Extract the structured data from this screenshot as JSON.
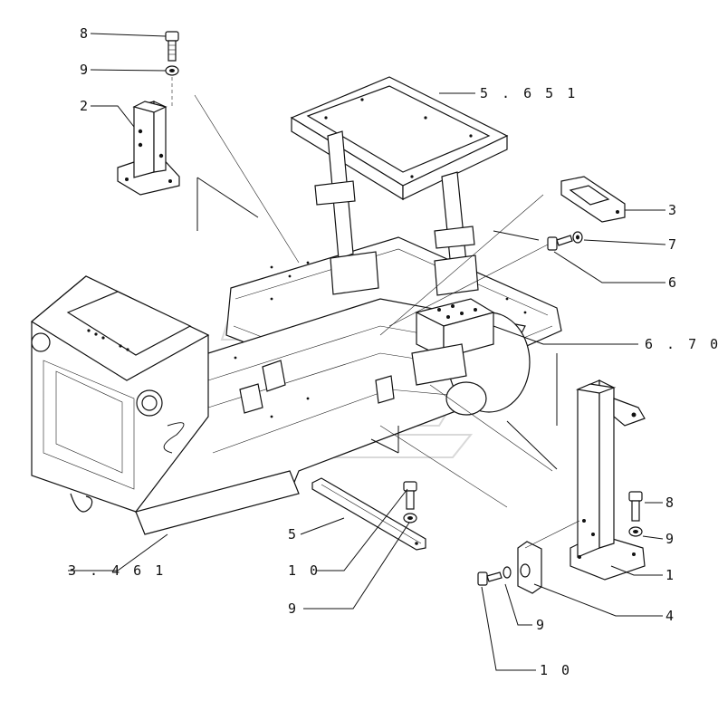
{
  "callouts": [
    {
      "id": "c8a",
      "text": "8"
    },
    {
      "id": "c9a",
      "text": "9"
    },
    {
      "id": "c2",
      "text": "2"
    },
    {
      "id": "c5651",
      "text": "5 . 6 5 1"
    },
    {
      "id": "c3",
      "text": "3"
    },
    {
      "id": "c7",
      "text": "7"
    },
    {
      "id": "c6",
      "text": "6"
    },
    {
      "id": "c670",
      "text": "6 . 7 0"
    },
    {
      "id": "c8b",
      "text": "8"
    },
    {
      "id": "c9b",
      "text": "9"
    },
    {
      "id": "c1",
      "text": "1"
    },
    {
      "id": "c4",
      "text": "4"
    },
    {
      "id": "c9c",
      "text": "9"
    },
    {
      "id": "c10a",
      "text": "1 0"
    },
    {
      "id": "c5",
      "text": "5"
    },
    {
      "id": "c10b",
      "text": "1 0"
    },
    {
      "id": "c9d",
      "text": "9"
    },
    {
      "id": "c3461",
      "text": "3 . 4 6 1"
    }
  ]
}
